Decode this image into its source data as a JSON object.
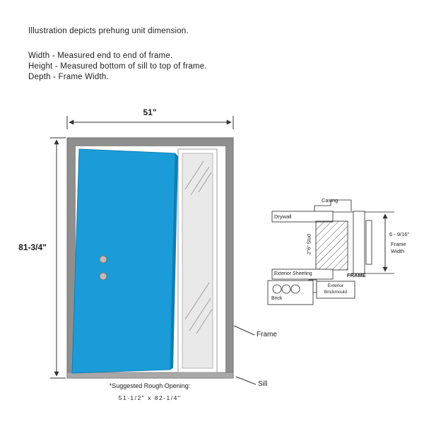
{
  "notes": {
    "intro": "Illustration depicts prehung unit dimension.",
    "width": "Width - Measured end to end of frame.",
    "height": "Height - Measured bottom of sill to top of frame.",
    "depth": "Depth - Frame Width."
  },
  "diagram": {
    "width_dim": "51\"",
    "height_dim": "81-3/4\"",
    "frame_label": "Frame",
    "sill_label": "Sill",
    "rough_opening_title": "*Suggested Rough Opening:",
    "rough_opening_value": "51-1/2\" x 82-1/4\""
  },
  "cross_section": {
    "casing": "Casing",
    "drywall": "Drywall",
    "stud": "2\"6\" Stud",
    "exterior_sheeting": "Exterior Sheeting",
    "frame": "FRAME",
    "dim_value": "6 - 9/16\"",
    "dim_label_line1": "Frame",
    "dim_label_line2": "Width",
    "brickmould_line1": "Exterior",
    "brickmould_line2": "Brickmould",
    "brick": "Brick"
  },
  "colors": {
    "door_blue": "#1b9cd8",
    "door_edge": "#0f7fb4",
    "frame_gray": "#8f8f8f",
    "sill_gray": "#a8a8a8",
    "glass_gray": "#e9e9e9",
    "line_dark": "#333333"
  }
}
